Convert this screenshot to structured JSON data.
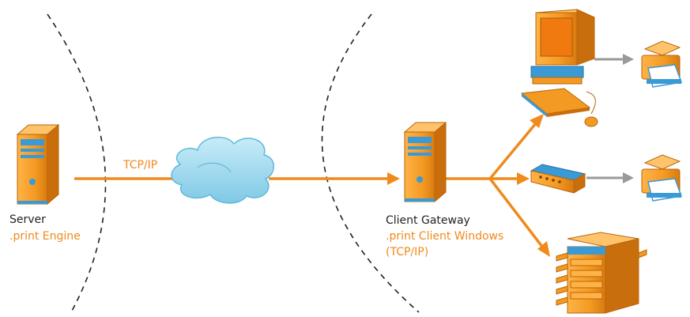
{
  "colors": {
    "accent": "#f08a1c",
    "arrow_gray": "#999999",
    "cloud": "#9ad6ec",
    "device_blue": "#3a9ad6",
    "boundary": "#222222"
  },
  "server": {
    "name": "Server",
    "role": ".print Engine",
    "icon": "server-tower-icon"
  },
  "network": {
    "protocol_label": "TCP/IP",
    "icon": "cloud-icon"
  },
  "gateway": {
    "name": "Client Gateway",
    "role": ".print Client Windows",
    "protocol": "(TCP/IP)",
    "icon": "server-tower-icon"
  },
  "clients": [
    {
      "name": "workstation",
      "icon": "desktop-computer-icon"
    },
    {
      "name": "print-server-box",
      "icon": "network-print-box-icon"
    },
    {
      "name": "production-printer",
      "icon": "large-printer-icon"
    }
  ],
  "printers": [
    {
      "icon": "printer-icon"
    },
    {
      "icon": "printer-icon"
    }
  ]
}
